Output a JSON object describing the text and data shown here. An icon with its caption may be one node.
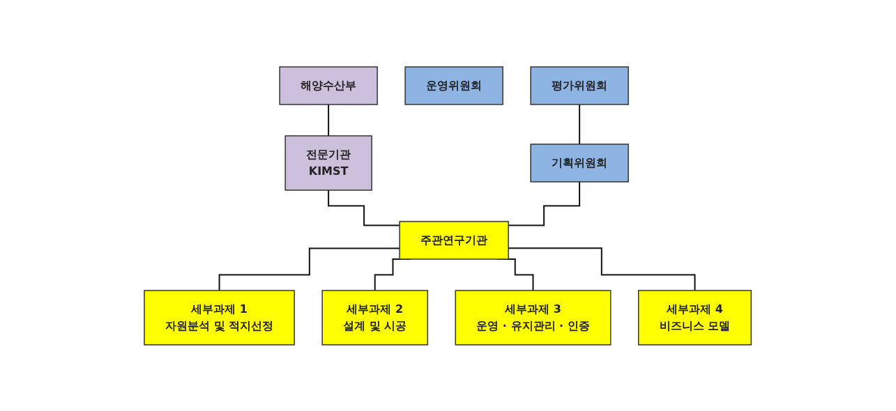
{
  "diagram": {
    "nodes": [
      {
        "text": [
          "해양수산부"
        ]
      },
      {
        "text": [
          "전문기관",
          "KIMST"
        ]
      },
      {
        "text": [
          "운영위원회"
        ]
      },
      {
        "text": [
          "평가위원회"
        ]
      },
      {
        "text": [
          "기획위원회"
        ]
      },
      {
        "text": [
          "주관연구기관"
        ]
      },
      {
        "text": [
          "세부과제 1",
          "자원분석 및 적지선정"
        ]
      },
      {
        "text": [
          "세부과제 2",
          "설계 및 시공"
        ]
      },
      {
        "text": [
          "세부과제 3",
          "운영 · 유지관리 · 인증"
        ]
      },
      {
        "text": [
          "세부과제 4",
          "비즈니스 모델"
        ]
      }
    ],
    "edges": [
      {
        "from": 0,
        "to": 1,
        "arrow": "none"
      },
      {
        "from": 1,
        "to": 5,
        "arrow": "none"
      },
      {
        "from": 3,
        "to": 4,
        "arrow": "none"
      },
      {
        "from": 4,
        "to": 5,
        "arrow": "none"
      },
      {
        "from": 5,
        "to": 6,
        "arrow": "none"
      },
      {
        "from": 5,
        "to": 7,
        "arrow": "none"
      },
      {
        "from": 5,
        "to": 8,
        "arrow": "none"
      },
      {
        "from": 5,
        "to": 9,
        "arrow": "none"
      }
    ]
  }
}
